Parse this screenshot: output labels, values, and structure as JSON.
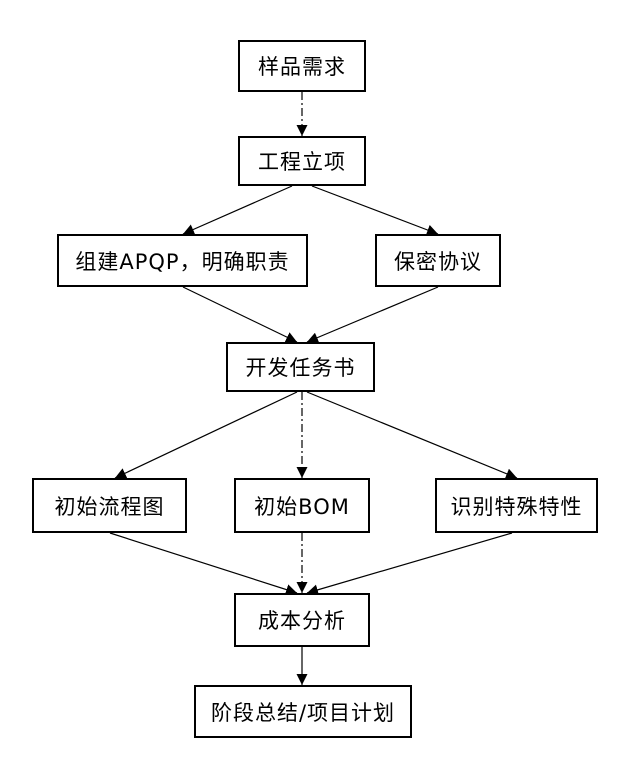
{
  "nodes": {
    "sample_demand": "样品需求",
    "project_initiation": "工程立项",
    "apqp_team": "组建APQP，明确职责",
    "confidentiality": "保密协议",
    "dev_task": "开发任务书",
    "initial_flowchart": "初始流程图",
    "initial_bom": "初始BOM",
    "special_characteristics": "识别特殊特性",
    "cost_analysis": "成本分析",
    "stage_summary": "阶段总结/项目计划"
  }
}
